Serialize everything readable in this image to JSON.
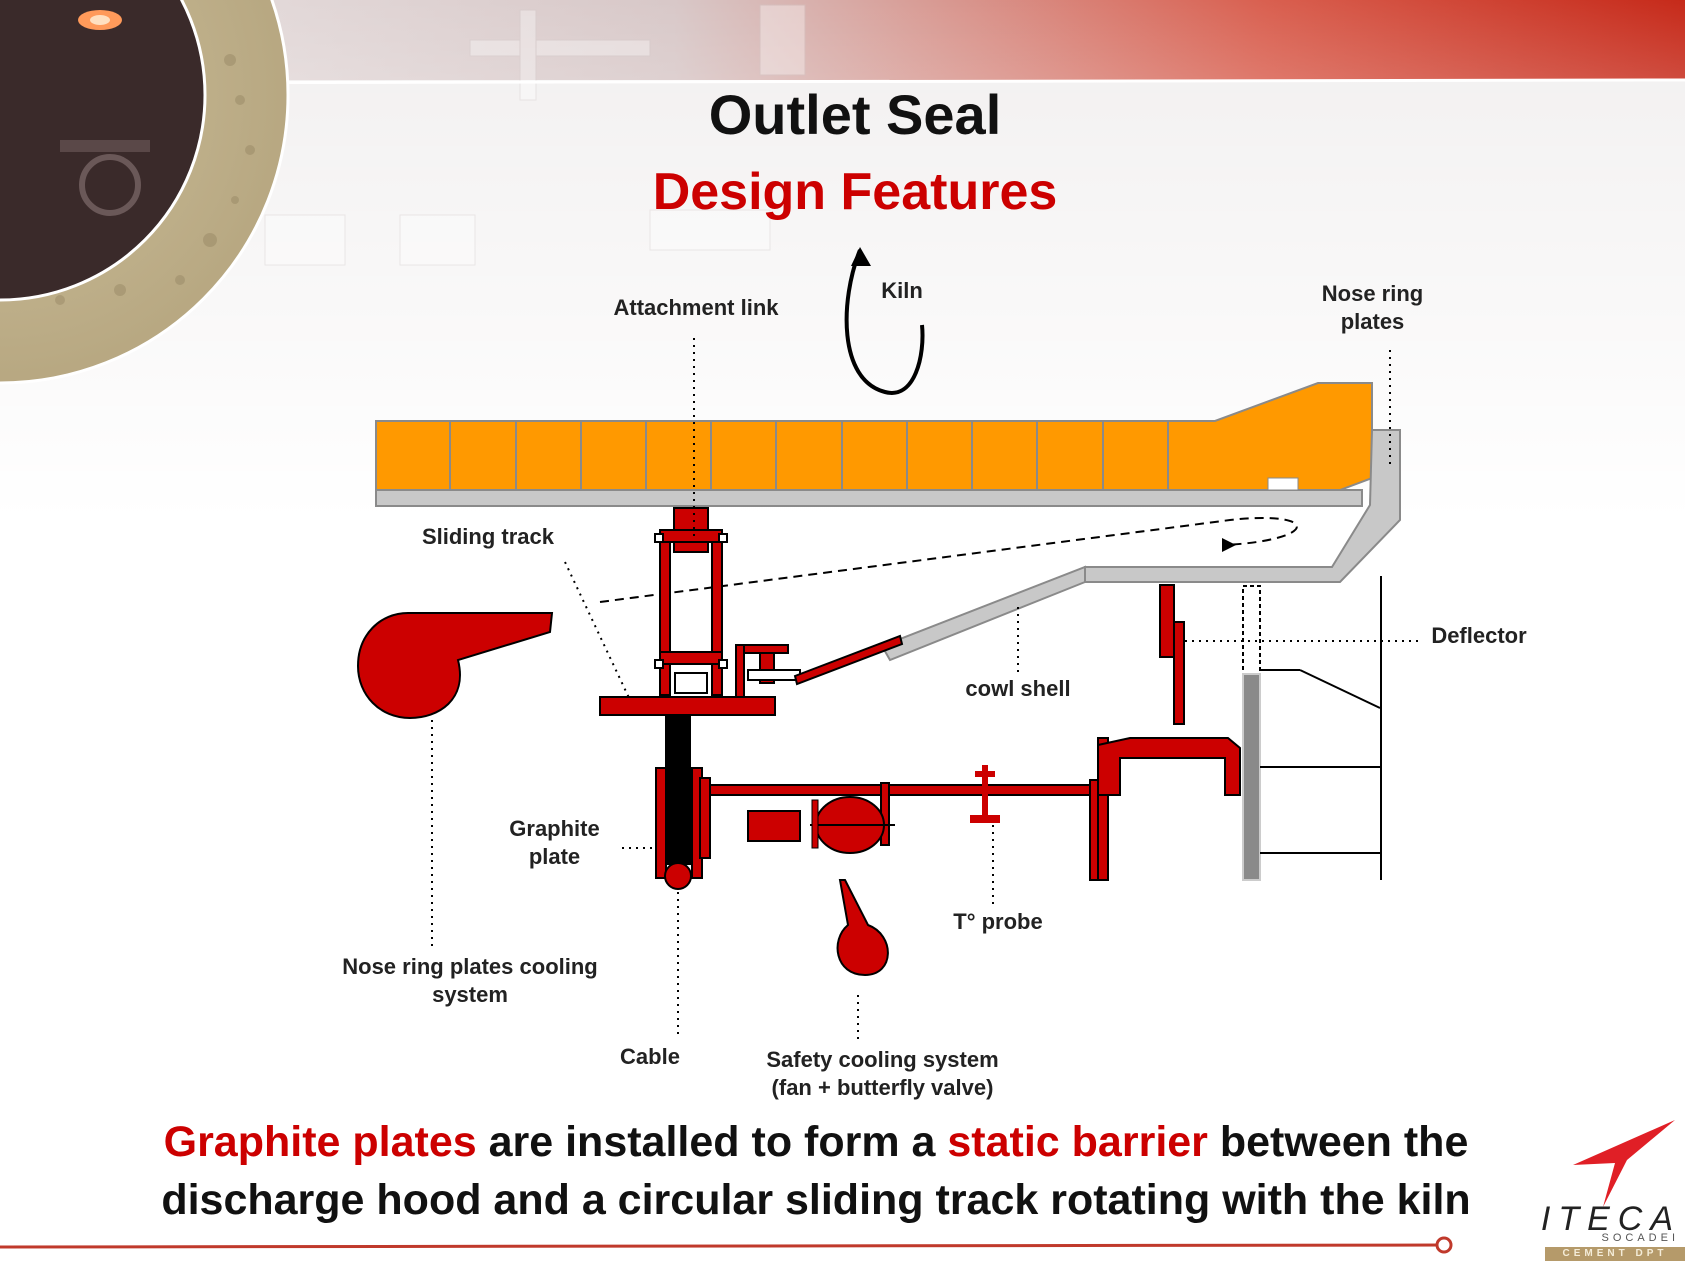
{
  "title": "Outlet Seal",
  "subtitle": "Design Features",
  "colors": {
    "accent": "#cc0000",
    "refractory": "#ff9900",
    "steel": "#c8c8c8",
    "text": "#111111"
  },
  "labels": {
    "attachment_link": "Attachment link",
    "kiln": "Kiln",
    "nose_ring_plates": [
      "Nose ring",
      "plates"
    ],
    "sliding_track": "Sliding track",
    "deflector": "Deflector",
    "cowl_shell": "cowl shell",
    "graphite_plate": [
      "Graphite",
      "plate"
    ],
    "t_probe": "T° probe",
    "nose_cooling": [
      "Nose ring plates cooling",
      "system"
    ],
    "cable": "Cable",
    "safety_cooling": [
      "Safety cooling system",
      "(fan + butterfly valve)"
    ]
  },
  "caption": {
    "line1": [
      {
        "text": "Graphite plates",
        "highlight": true
      },
      {
        "text": " are installed to form a ",
        "highlight": false
      },
      {
        "text": "static barrier",
        "highlight": true
      },
      {
        "text": " between the",
        "highlight": false
      }
    ],
    "line2": "discharge hood and a circular sliding track rotating with the kiln"
  },
  "logo": {
    "name": "ITECA",
    "sub": "SOCADEI",
    "band": "CEMENT DPT"
  }
}
